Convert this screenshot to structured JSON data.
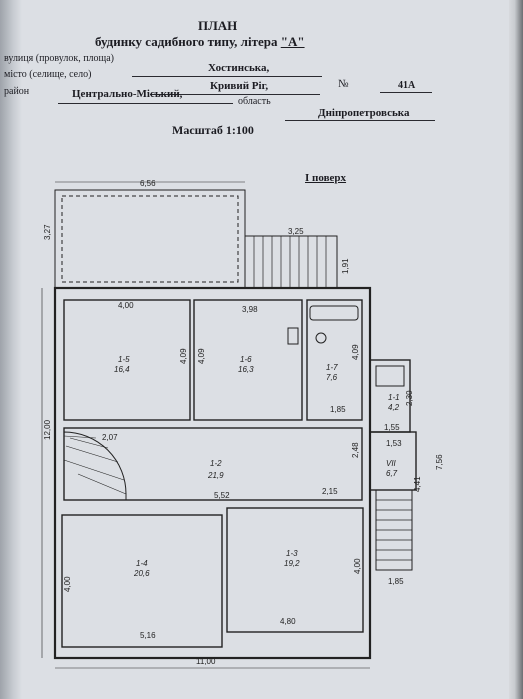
{
  "header": {
    "title": "ПЛАН",
    "subtitle_prefix": "будинку садибного типу, літера",
    "litera": "\"А\"",
    "street_label": "вулиця (провулок, площа)",
    "street_value": "Хостинська,",
    "no_label": "№",
    "no_value": "41А",
    "city_label": "місто (селище, село)",
    "city_value": "Кривий Ріг,",
    "district_label": "район",
    "district_value": "Центрально-Міський,",
    "oblast_label": "область",
    "oblast_value": "Дніпропетровська",
    "scale": "Масштаб 1:100",
    "floor": "І поверх"
  },
  "rooms": {
    "r15": {
      "id": "1-5",
      "area": "16,4"
    },
    "r16": {
      "id": "1-6",
      "area": "16,3"
    },
    "r17": {
      "id": "1-7",
      "area": "7,6"
    },
    "r11": {
      "id": "1-1",
      "area": "4,2"
    },
    "r12": {
      "id": "1-2",
      "area": "21,9"
    },
    "r14": {
      "id": "1-4",
      "area": "20,6"
    },
    "r13": {
      "id": "1-3",
      "area": "19,2"
    },
    "rvii": {
      "id": "VII",
      "area": "6,7"
    }
  },
  "dims": {
    "d656": "6,56",
    "d327": "3,27",
    "d325": "3,25",
    "d191": "1,91",
    "d400a": "4,00",
    "d398": "3,98",
    "d409a": "4,09",
    "d409b": "4,09",
    "d409c": "4,09",
    "d185a": "1,85",
    "d230": "2,30",
    "d155": "1,55",
    "d153": "1,53",
    "d1200": "12,00",
    "d207": "2,07",
    "d248": "2,48",
    "d552": "5,52",
    "d215": "2,15",
    "d756": "7,56",
    "d441": "4,41",
    "d400b": "4,00",
    "d400c": "4,00",
    "d516": "5,16",
    "d480": "4,80",
    "d1100": "11,00",
    "d185b": "1,85"
  }
}
